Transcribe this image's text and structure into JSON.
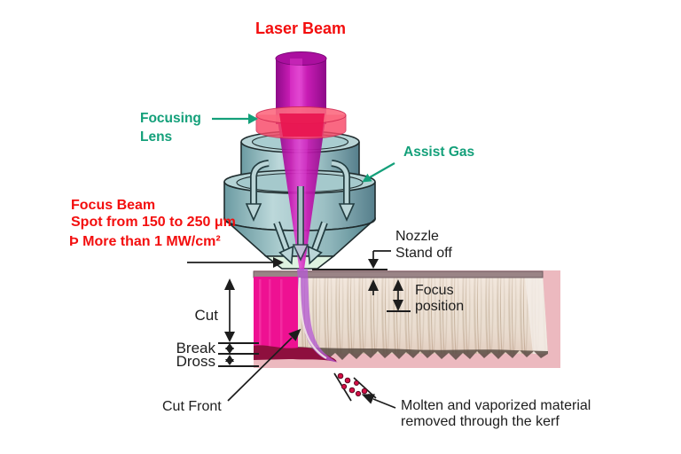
{
  "diagram": {
    "type": "laser-cutting-process-schematic",
    "title": "Laser Beam",
    "labels": {
      "focusing_lens_line1": "Focusing",
      "focusing_lens_line2": "Lens",
      "assist_gas": "Assist Gas",
      "focus_beam_line1": "Focus Beam",
      "focus_beam_line2": "Spot from 150 to 250 μm",
      "focus_beam_line3": "Þ  More than 1 MW/cm²",
      "nozzle_standoff_line1": "Nozzle",
      "nozzle_standoff_line2": "Stand off",
      "focus_position_line1": "Focus",
      "focus_position_line2": "position",
      "cut": "Cut",
      "break_label": "Break",
      "dross": "Dross",
      "cut_front": "Cut Front",
      "molten_line1": "Molten and vaporized material",
      "molten_line2": "removed through the kerf"
    },
    "colors": {
      "label_red": "#f30e0e",
      "label_green": "#14a07a",
      "label_black": "#1d1d1d",
      "beam_magenta": "#c217ae",
      "lens_pink": "#f84767",
      "lens_beam_crimson": "#e81550",
      "nozzle_teal": "#9ec3c6",
      "nozzle_tip_pale": "#ddf2e0",
      "cut_face_magenta": "#ee1192",
      "dross_maroon": "#8e0f3e",
      "photo_pink": "#ecb9bf",
      "cut_surface_beige": "#eadfd2",
      "kerf_beam_purple": "#b55bd2",
      "droplet_red": "#d40f45"
    }
  }
}
